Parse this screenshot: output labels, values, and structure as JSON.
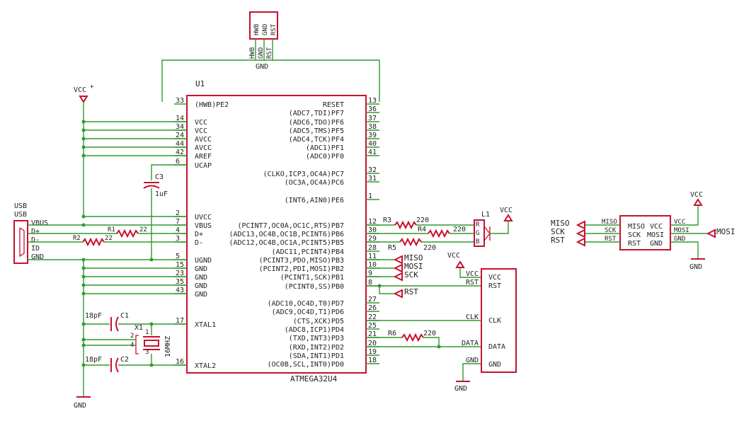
{
  "icsp_header": {
    "pins": [
      "HWB",
      "GND",
      "RST"
    ],
    "gnd_label": "GND"
  },
  "mcu": {
    "ref": "U1",
    "name": "ATMEGA32U4",
    "left_pins": [
      {
        "num": "33",
        "name": "(HWB)PE2"
      },
      {
        "num": "14",
        "name": "VCC"
      },
      {
        "num": "34",
        "name": "VCC"
      },
      {
        "num": "24",
        "name": "AVCC"
      },
      {
        "num": "44",
        "name": "AVCC"
      },
      {
        "num": "42",
        "name": "AREF"
      },
      {
        "num": "6",
        "name": "UCAP"
      },
      {
        "num": "2",
        "name": "UVCC"
      },
      {
        "num": "7",
        "name": "VBUS"
      },
      {
        "num": "4",
        "name": "D+"
      },
      {
        "num": "3",
        "name": "D-"
      },
      {
        "num": "5",
        "name": "UGND"
      },
      {
        "num": "15",
        "name": "GND"
      },
      {
        "num": "23",
        "name": "GND"
      },
      {
        "num": "35",
        "name": "GND"
      },
      {
        "num": "43",
        "name": "GND"
      },
      {
        "num": "17",
        "name": "XTAL1"
      },
      {
        "num": "16",
        "name": "XTAL2"
      }
    ],
    "right_pins": [
      {
        "num": "13",
        "name": "RESET"
      },
      {
        "num": "36",
        "name": "(ADC7,TDI)PF7"
      },
      {
        "num": "37",
        "name": "(ADC6,TDO)PF6"
      },
      {
        "num": "38",
        "name": "(ADC5,TMS)PF5"
      },
      {
        "num": "39",
        "name": "(ADC4,TCK)PF4"
      },
      {
        "num": "40",
        "name": "(ADC1)PF1"
      },
      {
        "num": "41",
        "name": "(ADC0)PF0"
      },
      {
        "num": "32",
        "name": "(CLKO,ICP3,OC4A)PC7"
      },
      {
        "num": "31",
        "name": "(OC3A,OC4A)PC6"
      },
      {
        "num": "1",
        "name": "(INT6,AIN0)PE6"
      },
      {
        "num": "12",
        "name": "(PCINT7,OC0A,OC1C,RTS)PB7"
      },
      {
        "num": "30",
        "name": "(ADC13,OC4B,OC1B,PCINT6)PB6"
      },
      {
        "num": "29",
        "name": "(ADC12,OC4B,OC1A,PCINT5)PB5"
      },
      {
        "num": "28",
        "name": "(ADC11,PCINT4)PB4"
      },
      {
        "num": "11",
        "name": "(PCINT3,PDO,MISO)PB3"
      },
      {
        "num": "10",
        "name": "(PCINT2,PDI,MOSI)PB2"
      },
      {
        "num": "9",
        "name": "(PCINT1,SCK)PB1"
      },
      {
        "num": "8",
        "name": "(PCINT0,SS)PB0"
      },
      {
        "num": "27",
        "name": "(ADC10,OC4D,T0)PD7"
      },
      {
        "num": "26",
        "name": "(ADC9,OC4D,T1)PD6"
      },
      {
        "num": "22",
        "name": "(CTS,XCK)PD5"
      },
      {
        "num": "25",
        "name": "(ADC8,ICP1)PD4"
      },
      {
        "num": "21",
        "name": "(TXD,INT3)PD3"
      },
      {
        "num": "20",
        "name": "(RXD,INT2)PD2"
      },
      {
        "num": "19",
        "name": "(SDA,INT1)PD1"
      },
      {
        "num": "18",
        "name": "(OC0B,SCL,INT0)PD0"
      }
    ]
  },
  "usb": {
    "titles": [
      "USB",
      "USB"
    ],
    "pins": [
      "VBUS",
      "D+",
      "D-",
      "ID",
      "GND"
    ]
  },
  "vcc_label": "VCC",
  "gnd_label": "GND",
  "resistors": {
    "r1": {
      "ref": "R1",
      "value": "22"
    },
    "r2": {
      "ref": "R2",
      "value": "22"
    },
    "r3": {
      "ref": "R3",
      "value": "220"
    },
    "r4": {
      "ref": "R4",
      "value": "220"
    },
    "r5": {
      "ref": "R5",
      "value": "220"
    },
    "r6": {
      "ref": "R6",
      "value": "220"
    }
  },
  "c3": {
    "ref": "C3",
    "value": "1uF"
  },
  "c1": {
    "ref": "C1",
    "value": "18pF"
  },
  "c2": {
    "ref": "C2",
    "value": "18pF"
  },
  "crystal": {
    "ref": "X1",
    "value": "16MHZ",
    "pins": [
      "1",
      "2",
      "3",
      "4"
    ]
  },
  "led": {
    "ref": "L1",
    "pins": [
      "R",
      "G",
      "B"
    ]
  },
  "spi_labels": [
    "MISO",
    "MOSI",
    "SCK",
    "RST"
  ],
  "ps2_block": {
    "pins": [
      "VCC",
      "RST",
      "CLK",
      "DATA",
      "GND"
    ],
    "net_labels": [
      "VCC",
      "RST",
      "CLK",
      "DATA",
      "GND"
    ]
  },
  "isp_block": {
    "inner": [
      "MISO",
      "VCC",
      "SCK",
      "MOSI",
      "RST",
      "GND"
    ],
    "left_nets": [
      "MISO",
      "SCK",
      "RST"
    ],
    "right_nets": [
      "VCC",
      "MOSI",
      "GND"
    ],
    "left_labels": [
      "MISO",
      "SCK",
      "RST"
    ],
    "right_label": "MOSI"
  }
}
